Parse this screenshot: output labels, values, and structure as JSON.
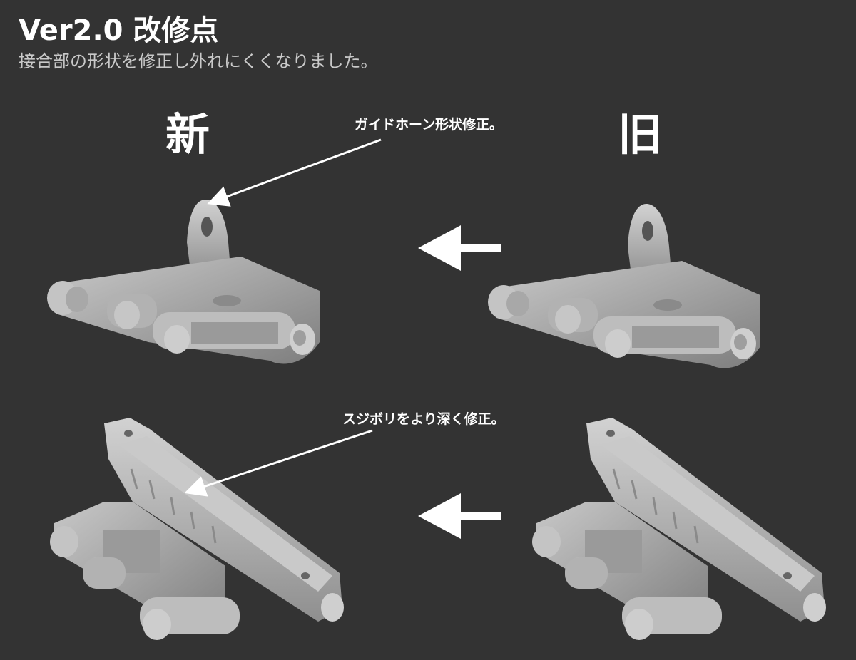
{
  "header": {
    "title": "Ver2.0 改修点",
    "subtitle": "接合部の形状を修正し外れにくくなりました。"
  },
  "labels": {
    "new": "新",
    "old": "旧"
  },
  "annotations": {
    "horn": "ガイドホーン形状修正。",
    "groove": "スジボリをより深く修正。"
  },
  "colors": {
    "background": "#333333",
    "part": "#b8b8b8",
    "arrow": "#ffffff"
  },
  "icons": {
    "compare_arrow": "left-arrow-icon"
  }
}
